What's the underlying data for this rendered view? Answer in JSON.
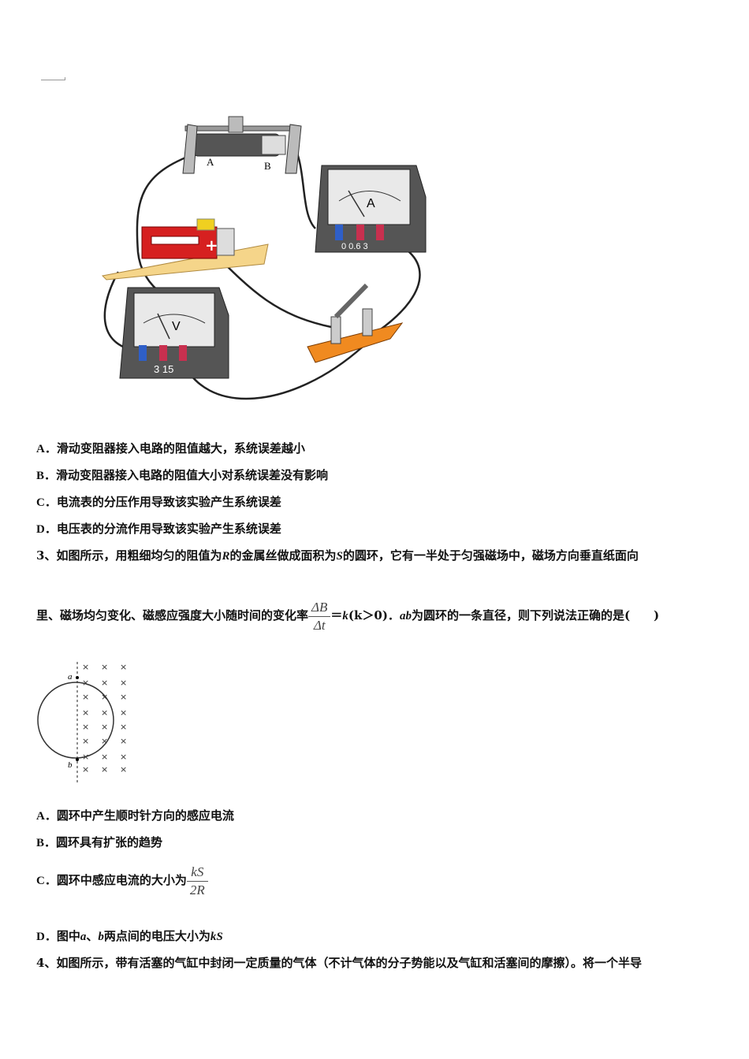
{
  "options_q2": [
    {
      "letter": "A．",
      "text": "滑动变阻器接入电路的阻值越大，系统误差越小"
    },
    {
      "letter": "B．",
      "text": "滑动变阻器接入电路的阻值大小对系统误差没有影响"
    },
    {
      "letter": "C．",
      "text": "电流表的分压作用导致该实验产生系统误差"
    },
    {
      "letter": "D．",
      "text": "电压表的分流作用导致该实验产生系统误差"
    }
  ],
  "figure1": {
    "rheostat_labels": {
      "a": "A",
      "b": "B"
    },
    "ammeter_symbol": "A",
    "ammeter_terminals": "0  0.6  3",
    "voltmeter_symbol": "V",
    "voltmeter_terminals": "3  15",
    "battery_sign": "+"
  },
  "q3": {
    "number": "3、",
    "line1_pre": "如图所示，用粗细均匀的阻值为",
    "R": "R",
    "line1_mid": "的金属丝做成面积为",
    "S": "S",
    "line1_post": "的圆环，它有一半处于匀强磁场中，磁场方向垂直纸面向",
    "line2_pre": "里、磁场均匀变化、磁感应强度大小随时间的变化率",
    "frac_num": "ΔB",
    "frac_den": "Δt",
    "line2_eq": "＝",
    "k_expr": "k",
    "k_cond": "(k＞0)．",
    "ab": "ab",
    "line2_post": "为圆环的一条直径，则下列说法正确的是(　　)",
    "figure_point_a": "a",
    "figure_point_b": "b",
    "options": {
      "A_letter": "A．",
      "A_text": "圆环中产生顺时针方向的感应电流",
      "B_letter": "B．",
      "B_text": "圆环具有扩张的趋势",
      "C_letter": "C．",
      "C_text": "圆环中感应电流的大小为",
      "C_num": "kS",
      "C_den": "2R",
      "D_letter": "D．",
      "D_pre": "图中",
      "D_a": "a",
      "D_sep": "、",
      "D_b": "b",
      "D_mid": "两点间的电压大小为",
      "D_val": "kS"
    }
  },
  "q4": {
    "number": "4、",
    "text": "如图所示，带有活塞的气缸中封闭一定质量的气体（不计气体的分子势能以及气缸和活塞间的摩擦）。将一个半导"
  }
}
